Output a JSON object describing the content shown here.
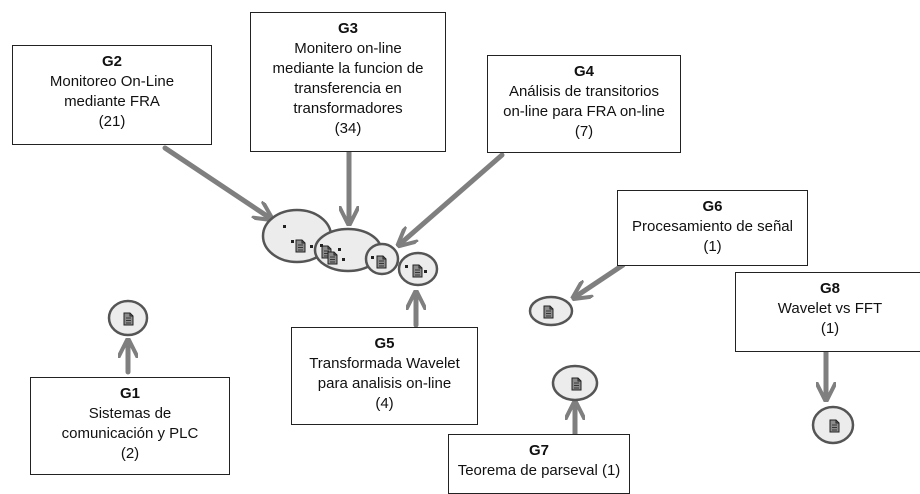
{
  "groups": [
    {
      "id": "G1",
      "lines": [
        "Sistemas de",
        "comunicación y PLC",
        "(2)"
      ]
    },
    {
      "id": "G2",
      "lines": [
        "Monitoreo On-Line",
        "mediante FRA",
        "(21)"
      ]
    },
    {
      "id": "G3",
      "lines": [
        "Monitero on-line",
        "mediante la funcion de",
        "transferencia en",
        "transformadores",
        "(34)"
      ]
    },
    {
      "id": "G4",
      "lines": [
        "Análisis de transitorios",
        "on-line para FRA on-line",
        "(7)"
      ]
    },
    {
      "id": "G5",
      "lines": [
        "Transformada Wavelet",
        "para analisis on-line",
        "(4)"
      ]
    },
    {
      "id": "G6",
      "lines": [
        "Procesamiento de señal",
        "(1)"
      ]
    },
    {
      "id": "G7",
      "lines": [
        "Teorema de parseval (1)"
      ]
    },
    {
      "id": "G8",
      "lines": [
        "Wavelet vs FFT",
        "(1)"
      ]
    }
  ],
  "colors": {
    "arrow": "#7f7f7f",
    "cluster_fill": "#ececec",
    "cluster_stroke": "#555555",
    "box_border": "#222222",
    "document_icon": "#8c8c8c"
  },
  "icons": [
    "document-icon"
  ]
}
